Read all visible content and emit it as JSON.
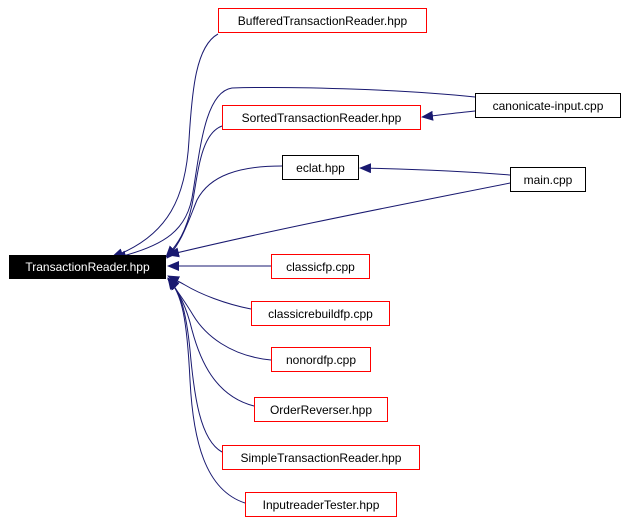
{
  "nodes": {
    "transaction_reader": "TransactionReader.hpp",
    "buffered_transaction_reader": "BufferedTransactionReader.hpp",
    "sorted_transaction_reader": "SortedTransactionReader.hpp",
    "eclat": "eclat.hpp",
    "canonicate_input": "canonicate-input.cpp",
    "main": "main.cpp",
    "classicfp": "classicfp.cpp",
    "classicrebuildfp": "classicrebuildfp.cpp",
    "nonordfp": "nonordfp.cpp",
    "order_reverser": "OrderReverser.hpp",
    "simple_transaction_reader": "SimpleTransactionReader.hpp",
    "inputreader_tester": "InputreaderTester.hpp"
  },
  "edges": [
    {
      "from": "buffered_transaction_reader",
      "to": "transaction_reader"
    },
    {
      "from": "sorted_transaction_reader",
      "to": "transaction_reader"
    },
    {
      "from": "eclat",
      "to": "transaction_reader"
    },
    {
      "from": "canonicate_input",
      "to": "transaction_reader"
    },
    {
      "from": "main",
      "to": "transaction_reader"
    },
    {
      "from": "classicfp",
      "to": "transaction_reader"
    },
    {
      "from": "classicrebuildfp",
      "to": "transaction_reader"
    },
    {
      "from": "nonordfp",
      "to": "transaction_reader"
    },
    {
      "from": "order_reverser",
      "to": "transaction_reader"
    },
    {
      "from": "simple_transaction_reader",
      "to": "transaction_reader"
    },
    {
      "from": "inputreader_tester",
      "to": "transaction_reader"
    },
    {
      "from": "canonicate_input",
      "to": "sorted_transaction_reader"
    },
    {
      "from": "main",
      "to": "eclat"
    }
  ],
  "colors": {
    "edge": "#191970",
    "border_red": "#ff0000",
    "border_black": "#000000",
    "root_fill": "#000000",
    "root_text": "#ffffff"
  }
}
